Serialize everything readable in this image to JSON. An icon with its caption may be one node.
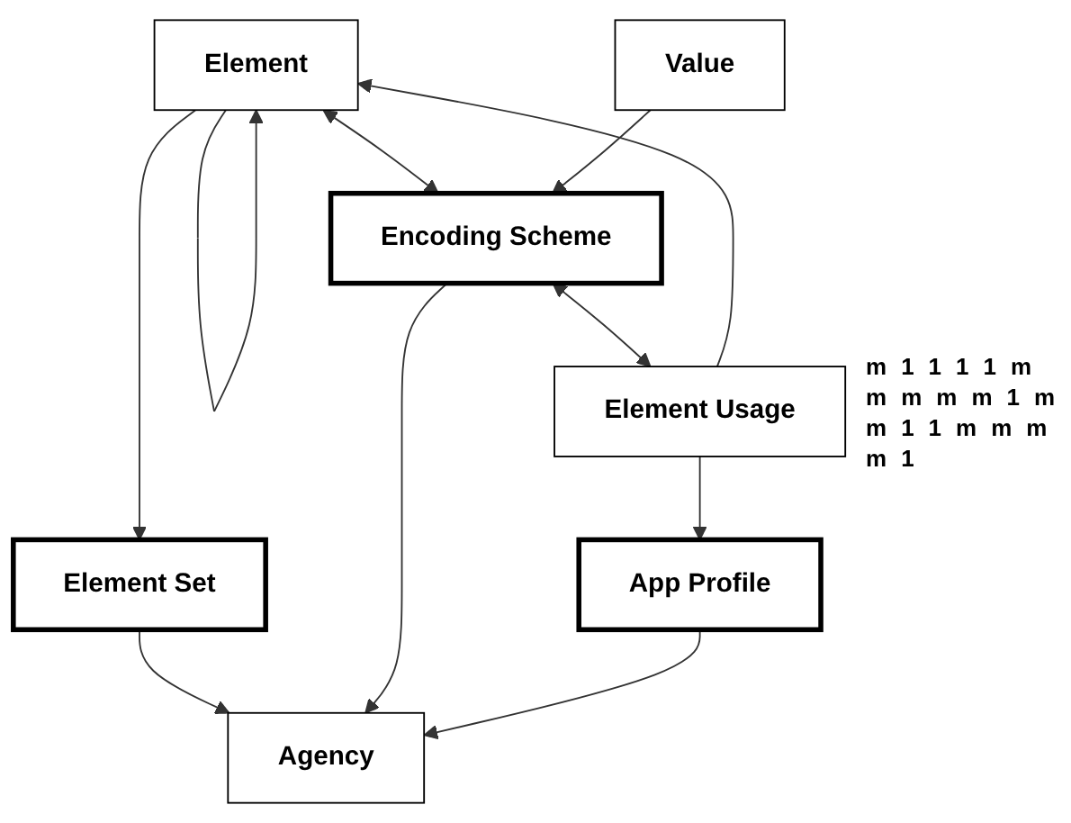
{
  "diagram": {
    "nodes": [
      {
        "text": [
          "Element Set"
        ]
      },
      {
        "text": [
          "Agency"
        ]
      },
      {
        "text": [
          "Element"
        ]
      },
      {
        "text": [
          "Encoding Scheme"
        ]
      },
      {
        "text": [
          "Value"
        ]
      },
      {
        "text": [
          "Element Usage"
        ]
      },
      {
        "text": [
          "App Profile"
        ]
      }
    ],
    "edges": [
      {
        "from": 0,
        "to": 1,
        "arrow": "to"
      },
      {
        "from": 2,
        "to": 0,
        "arrow": "to"
      },
      {
        "from": 2,
        "to": 2,
        "arrow": "to"
      },
      {
        "from": 2,
        "to": 3,
        "arrow": "both"
      },
      {
        "from": 3,
        "to": 1,
        "arrow": "to"
      },
      {
        "from": 4,
        "to": 3,
        "arrow": "to"
      },
      {
        "from": 3,
        "to": 5,
        "arrow": "both"
      },
      {
        "from": 5,
        "to": 2,
        "arrow": "to"
      },
      {
        "from": 5,
        "to": 6,
        "arrow": "to"
      },
      {
        "from": 6,
        "to": 1,
        "arrow": "to"
      }
    ],
    "labels": [
      "m",
      "1",
      "1",
      "1",
      "1",
      "m",
      "m",
      "m",
      "m",
      "m",
      "1",
      "m",
      "m",
      "1",
      "1",
      "m",
      "m",
      "m",
      "m",
      "1"
    ]
  }
}
